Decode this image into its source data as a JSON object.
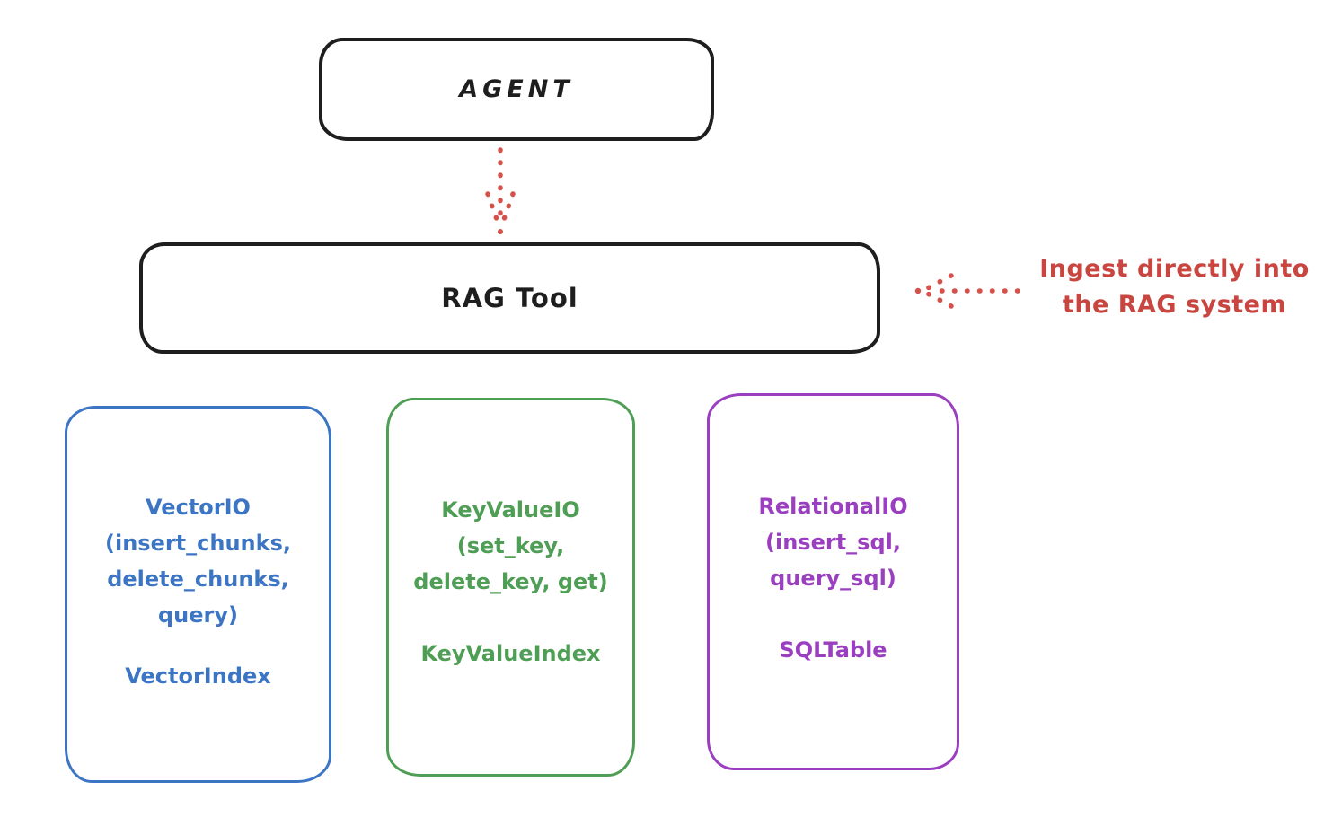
{
  "diagram": {
    "title_hint": "RAG Tool architecture sketch",
    "agent": {
      "label": "AGENT"
    },
    "rag_tool": {
      "label": "RAG Tool"
    },
    "annotation": {
      "text": "Ingest directly into\nthe RAG system",
      "color": "#c94540"
    },
    "arrows": {
      "agent_to_rag_tool": {
        "style": "dotted",
        "direction": "down",
        "color": "#d5524a"
      },
      "ingest_to_rag_tool": {
        "style": "dotted",
        "direction": "left",
        "color": "#d5524a"
      }
    },
    "storage_boxes": [
      {
        "name": "vector-io",
        "body": "VectorIO\n(insert_chunks,\ndelete_chunks,\nquery)",
        "index_label": "VectorIndex",
        "color": "#3b75c4"
      },
      {
        "name": "key-value-io",
        "body": "KeyValueIO\n(set_key,\ndelete_key, get)",
        "index_label": "KeyValueIndex",
        "color": "#4f9e55"
      },
      {
        "name": "relational-io",
        "body": "RelationalIO\n(insert_sql,\nquery_sql)",
        "index_label": "SQLTable",
        "color": "#9b3fc1"
      }
    ],
    "colors": {
      "outline": "#1e1e1e",
      "background": "#ffffff"
    }
  }
}
